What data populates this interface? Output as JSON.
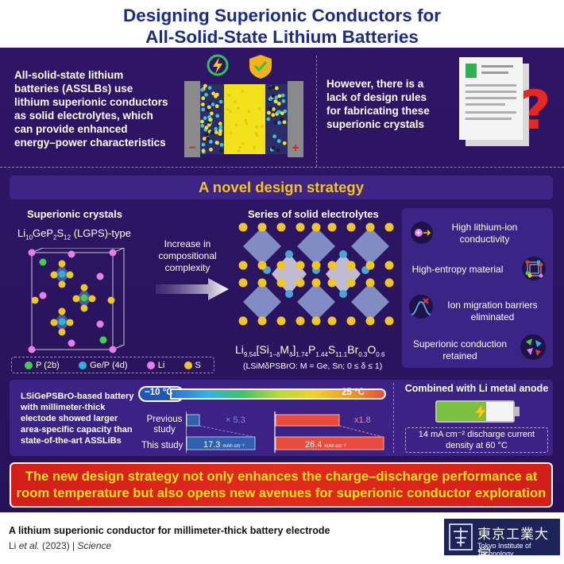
{
  "title": {
    "line1": "Designing Superionic Conductors for",
    "line2": "All-Solid-State Lithium Batteries"
  },
  "top_left_text": [
    "All-solid-state lithium",
    "batteries (ASSLBs) use",
    "lithium superionic conductors",
    "as solid electrolytes, which",
    "can provide enhanced",
    "energy–power characteristics"
  ],
  "top_right_text": [
    "However, there is a",
    "lack of design rules",
    "for fabricating these",
    "superionic crystals"
  ],
  "battery_signs": {
    "minus": "−",
    "plus": "+"
  },
  "question_mark": "?",
  "banner": "A novel design strategy",
  "left_section": {
    "title": "Superionic crystals",
    "formula_prefix": "Li",
    "formula_sub1": "10",
    "formula_mid": "GeP",
    "formula_sub2": "2",
    "formula_s": "S",
    "formula_sub3": "12",
    "formula_suffix": " (LGPS)-type",
    "legend": [
      {
        "label": "P (2b)",
        "color": "#3fd14a"
      },
      {
        "label": "Ge/P (4d)",
        "color": "#27b6d8"
      },
      {
        "label": "Li",
        "color": "#e67ee8"
      },
      {
        "label": "S",
        "color": "#f2c818"
      }
    ]
  },
  "arrow_text": [
    "Increase in",
    "compositional",
    "complexity"
  ],
  "middle_section": {
    "title": "Series of solid electrolytes",
    "formula_parts": [
      {
        "t": "Li",
        "s": "9.54"
      },
      {
        "t": "[Si",
        "s": "1−δ"
      },
      {
        "t": "M",
        "s": "δ"
      },
      {
        "t": "]",
        "s": "1.74"
      },
      {
        "t": "P",
        "s": "1.44"
      },
      {
        "t": "S",
        "s": "11.1"
      },
      {
        "t": "Br",
        "s": "0.3"
      },
      {
        "t": "O",
        "s": "0.6"
      }
    ],
    "note": "(LSiMδPSBrO: M = Ge, Sn; 0 ≤ δ ≤ 1)"
  },
  "properties": [
    {
      "lines": [
        "High lithium-ion",
        "conductivity"
      ]
    },
    {
      "lines": [
        "High-entropy material"
      ]
    },
    {
      "lines": [
        "Ion migration barriers",
        "eliminated"
      ]
    },
    {
      "lines": [
        "Superionic conduction",
        "retained"
      ]
    }
  ],
  "bottom": {
    "desc": [
      "LSiGePSBrO-based battery",
      "with millimeter-thick",
      "electode showed larger",
      "area-specific capacity than",
      "state-of-the-art ASSLiBs"
    ],
    "temp_low": "−10 °C",
    "temp_high": "25 °C",
    "row_previous": [
      "Previous",
      "study"
    ],
    "row_this": "This study",
    "low_mult": "× 5.3",
    "high_mult": "x1.8",
    "low_value": "17.3",
    "high_value": "26.4",
    "unit": "mAh cm⁻²",
    "right_title": "Combined with Li metal anode",
    "right_text": [
      "14 mA cm⁻² discharge current",
      "density at 60 °C"
    ]
  },
  "conclusion": [
    "The new design strategy not only enhances the charge–discharge performance at",
    "room temperature but also opens new avenues for superionic conductor exploration"
  ],
  "footer": {
    "title": "A lithium superionic conductor for millimeter-thick battery electrode",
    "cite_author": "Li ",
    "cite_etal": "et al.",
    "cite_year": " (2023) | ",
    "cite_journal": "Science",
    "logo_jp": "東京工業大学",
    "logo_en": "Tokyo Institute of Technology"
  },
  "colors": {
    "title": "#1c2c86",
    "panel": "#2b1561",
    "accent_yellow": "#f4c514",
    "red": "#d41d18",
    "low_bar": "#2f5fae",
    "high_bar": "#e94b3c"
  }
}
